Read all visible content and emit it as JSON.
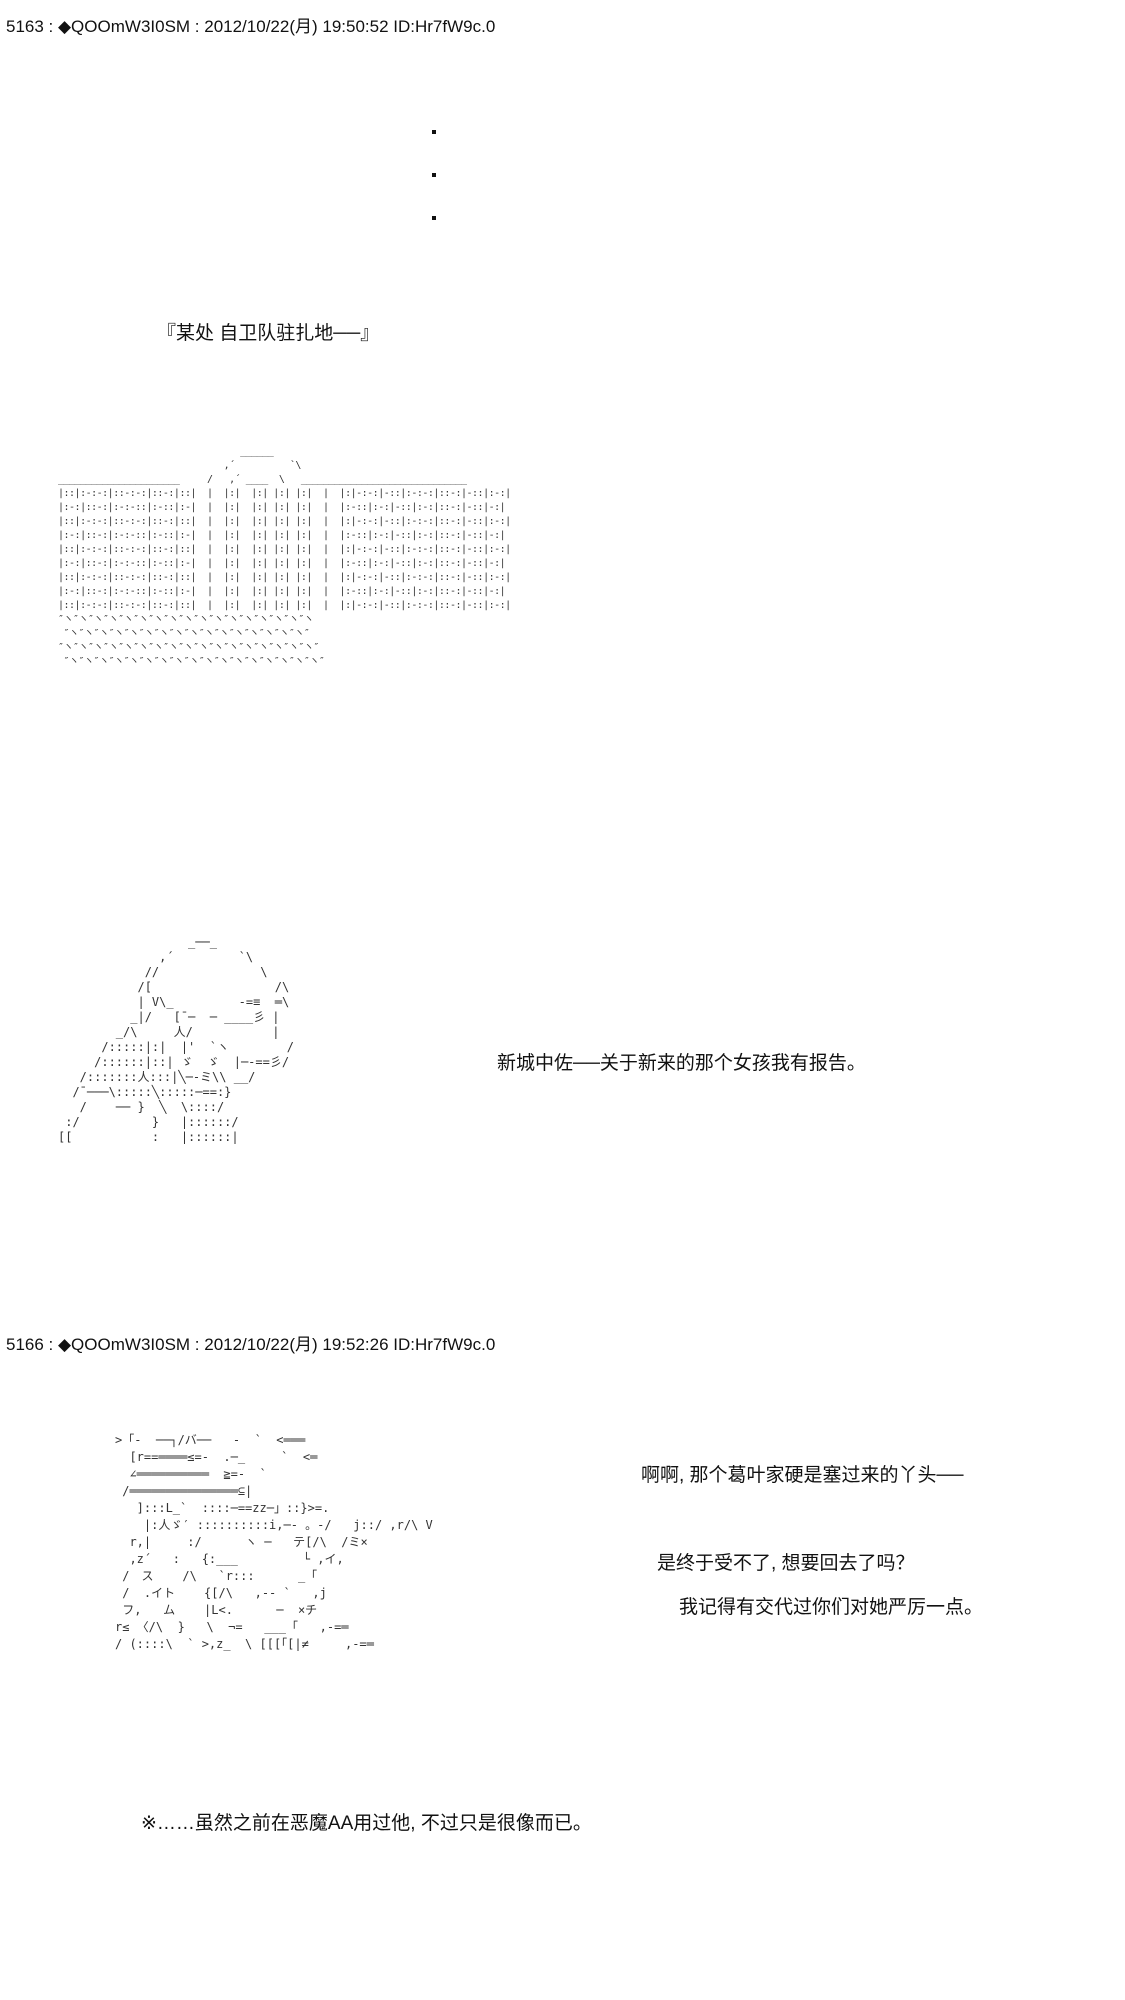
{
  "posts": [
    {
      "header": "5163 : ◆QOOmW3I0SM : 2012/10/22(月) 19:50:52 ID:Hr7fW9c.0",
      "dots": [
        "·",
        "·",
        "·"
      ],
      "location_caption": "『某处 自卫队驻扎地──』",
      "dialogue": "新城中佐──关于新来的那个女孩我有报告。"
    },
    {
      "header": "5166 : ◆QOOmW3I0SM : 2012/10/22(月) 19:52:26 ID:Hr7fW9c.0",
      "dialogue_lines": [
        "啊啊, 那个葛叶家硬是塞过来的丫头──",
        "是终于受不了, 想要回去了吗？",
        "我记得有交代过你们对她严厉一点。"
      ],
      "note": "※……虽然之前在恶魔AA用过他, 不过只是很像而已。"
    }
  ],
  "art": {
    "building": "                                 ______\n                              ,´          `\\\n______________________     /   ,´ ____  \\   ______________________________\n|::|:-:-:|::-:-:|::-:|::|  |  |:|  |:| |:| |:|  |  |:|-:-:|-::|:-:-:|::-:|-::|:-:|\n|:-:|::-:|:-:-::|:-::|:-|  |  |:|  |:| |:| |:|  |  |:-::|:-:|-::|:-:|::-:|-::|-:|\n|::|:-:-:|::-:-:|::-:|::|  |  |:|  |:| |:| |:|  |  |:|-:-:|-::|:-:-:|::-:|-::|:-:|\n|:-:|::-:|:-:-::|:-::|:-|  |  |:|  |:| |:| |:|  |  |:-::|:-:|-::|:-:|::-:|-::|-:|\n|::|:-:-:|::-:-:|::-:|::|  |  |:|  |:| |:| |:|  |  |:|-:-:|-::|:-:-:|::-:|-::|:-:|\n|:-:|::-:|:-:-::|:-::|:-|  |  |:|  |:| |:| |:|  |  |:-::|:-:|-::|:-:|::-:|-::|-:|\n|::|:-:-:|::-:-:|::-:|::|  |  |:|  |:| |:| |:|  |  |:|-:-:|-::|:-:-:|::-:|-::|:-:|\n|:-:|::-:|:-:-::|:-::|:-|  |  |:|  |:| |:| |:|  |  |:-::|:-:|-::|:-:|::-:|-::|-:|\n|::|:-:-:|::-:-:|::-:|::|  |  |:|  |:| |:| |:|  |  |:|-:-:|-::|:-:-:|::-:|-::|:-:|\n″ヽ″ヽ″ヽ″ヽ″ヽ″ヽ″ヽ″ヽ″ヽ″ヽ″ヽ″ヽ″ヽ″ヽ″ヽ″ヽ″ヽ\n ″ヽ″ヽ″ヽ″ヽ″ヽ″ヽ″ヽ″ヽ″ヽ″ヽ″ヽ″ヽ″ヽ″ヽ″ヽ″ヽ″\n″ヽ″ヽ″ヽ″ヽ″ヽ″ヽ″ヽ″ヽ″ヽ″ヽ″ヽ″ヽ″ヽ″ヽ″ヽ″ヽ″ヽ″\n ″ヽ″ヽ″ヽ″ヽ″ヽ″ヽ″ヽ″ヽ″ヽ″ヽ″ヽ″ヽ″ヽ″ヽ″ヽ″ヽ″ヽ″",
    "person": "                  _──_\n              ,´         `\\\n            //              \\\n           /[                 /\\\n           | V\\_         -=≡  ═\\\n          _|/   [¯─  ─ ____彡 |\n        _/\\     人/           |\n      /:::::|:|  |'  `ヽ        /\n     /::::::|::| ゞ  ゞ  |─-==彡/\n   /:::::::人:::|╲─-ミ\\\\ __/\n  /¯───\\:::::╲:::::─==:}\n   /    ── }  ╲  \\::::/\n :/          }   |::::::/\n[[           :   |::::::|",
    "face": ">「-  ──┐/バ──   -  `  <═══\n  [r==════≤=-  .─_     `  <═\n  ∠══════════  ≧=-  `\n /═══════════════⊆|\n   ]:::L_`  ::::─==zz─」::}>=.\n    |:人ゞ′ ::::::::::i,─- 。-/   j::/ ,r/\\ V\n  r,|     :/      ヽ ─   テ[/\\  /ミ×\n  ,z´   :   {:___         └ ,イ,\n /　ス    /\\   `r:::      _「\n /  .イト    {[/\\   ,-- `   ,j\n フ,   ム    |L<.      ─  ×チ\nr≤ 〈/\\  }   \\  ¬=   ___「   ,-=═\n/ (::::\\  ` >,z_  \\ [[[「[|≠     ,-=═"
  }
}
